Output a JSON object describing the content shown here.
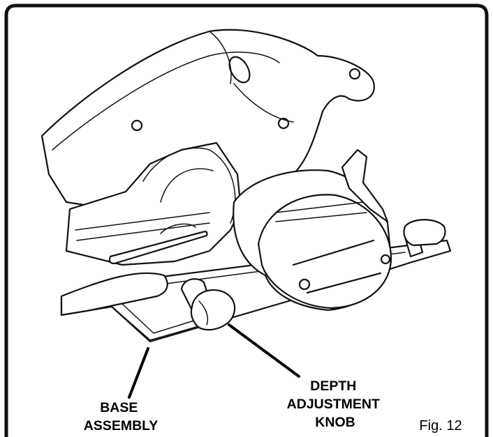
{
  "figure": {
    "label": "Fig. 12",
    "callouts": {
      "base_assembly": [
        "BASE",
        "ASSEMBLY"
      ],
      "depth_knob": [
        "DEPTH",
        "ADJUSTMENT",
        "KNOB"
      ]
    }
  }
}
